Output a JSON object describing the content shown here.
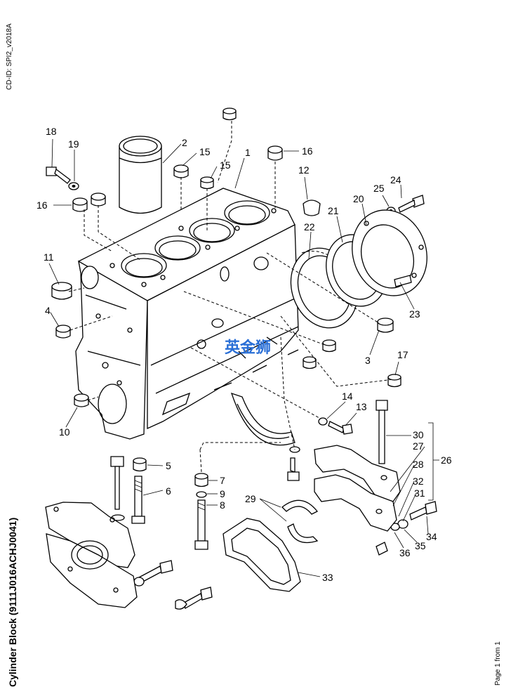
{
  "doc_id": "CD-ID: SPI2_v2018A",
  "title": "Cylinder Block (9111J016ACHJ0041)",
  "page": "Page 1 from 1",
  "watermark": "英金狮",
  "callouts": [
    "1",
    "2",
    "3",
    "4",
    "5",
    "6",
    "7",
    "8",
    "9",
    "10",
    "11",
    "12",
    "13",
    "14",
    "15",
    "15",
    "16",
    "16",
    "17",
    "18",
    "19",
    "20",
    "21",
    "22",
    "23",
    "24",
    "25",
    "26",
    "27",
    "28",
    "29",
    "30",
    "31",
    "32",
    "33",
    "34",
    "35",
    "36"
  ]
}
